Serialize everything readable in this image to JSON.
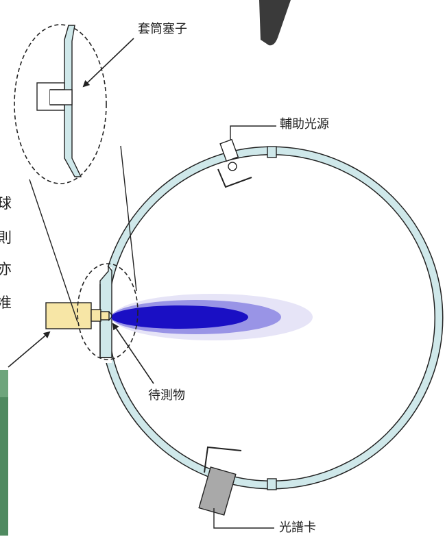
{
  "labels": {
    "sleeve_plug": "套筒塞子",
    "aux_light": "輔助光源",
    "test_object": "待測物",
    "spectrum_card": "光譜卡"
  },
  "edge_text": [
    "球",
    "則",
    "亦",
    "准"
  ],
  "colors": {
    "sphere_wall": "#cfe8ea",
    "outline": "#222222",
    "light_source": "#f7e6a6",
    "flame_inner": "#1a0fc4",
    "flame_mid": "#9994e6",
    "flame_outer": "#e6e4f7",
    "spectrum_card": "#a9a9a9",
    "photo_green": "#4f8a60"
  }
}
